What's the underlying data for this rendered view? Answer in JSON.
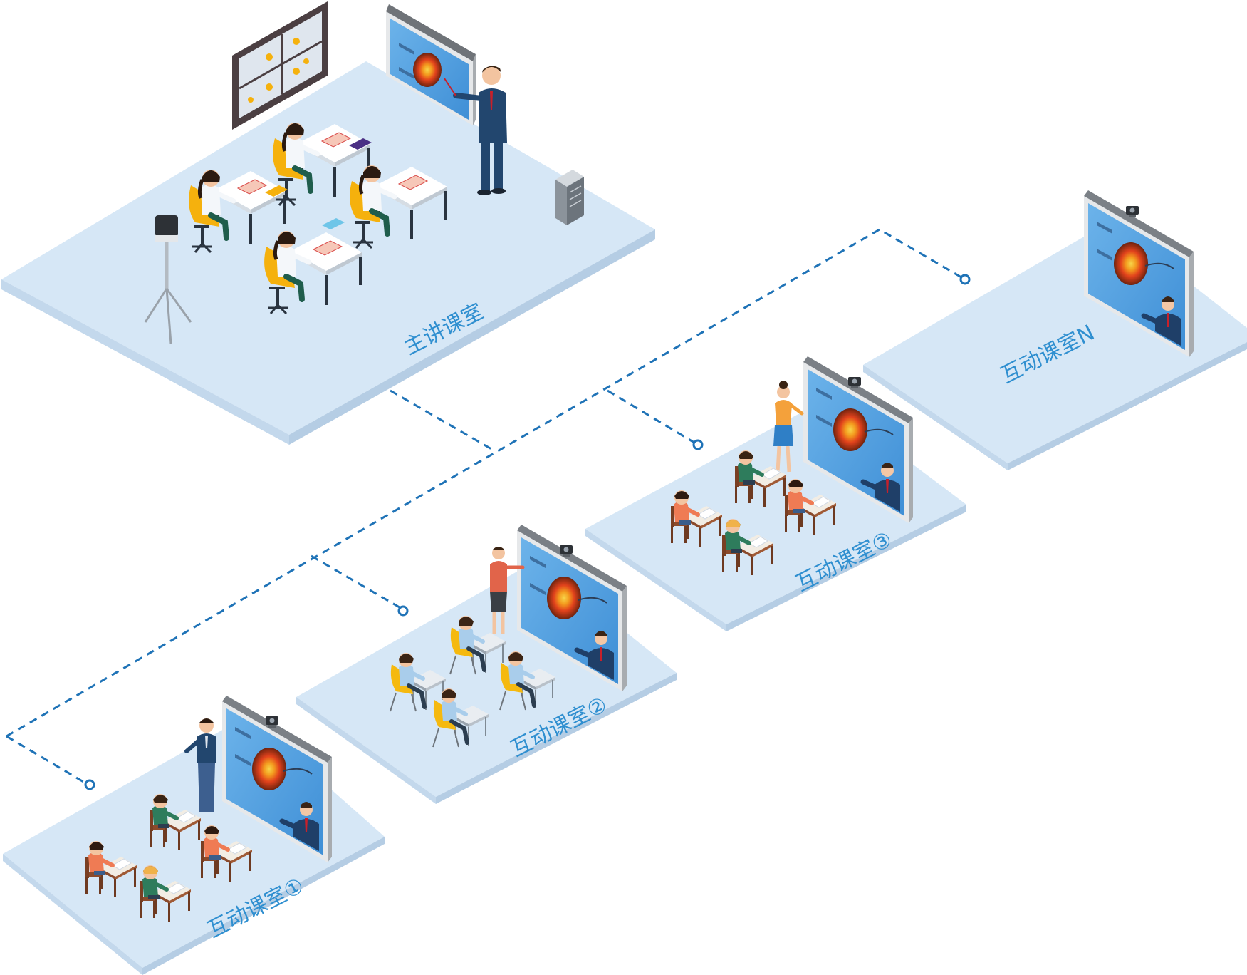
{
  "colors": {
    "floor_top": "#d5e6f5",
    "floor_left": "#c6dbee",
    "floor_right": "#b8d0e6",
    "network_line": "#1f73b7",
    "label": "#2f8fd0",
    "board_frame": "#8d9196",
    "board_screen": "#5aa3e0",
    "target_outer": "#7a2a12",
    "target_mid": "#e8491f",
    "target_inner": "#f7b733",
    "chair_yellow": "#f5b90f",
    "desk_brown": "#8b4a2b",
    "suit_navy": "#22466e",
    "shirt_blue": "#a9cdeb",
    "shirt_orange": "#f07d55",
    "shirt_green": "#2f7f5f"
  },
  "rooms": [
    {
      "id": "main",
      "label": "主讲课室",
      "icon": "lecture-classroom"
    },
    {
      "id": "r1",
      "label": "互动课室①",
      "icon": "interactive-classroom"
    },
    {
      "id": "r2",
      "label": "互动课室②",
      "icon": "interactive-classroom"
    },
    {
      "id": "r3",
      "label": "互动课室③",
      "icon": "interactive-classroom"
    },
    {
      "id": "rN",
      "label": "互动课室N",
      "icon": "interactive-classroom"
    }
  ]
}
